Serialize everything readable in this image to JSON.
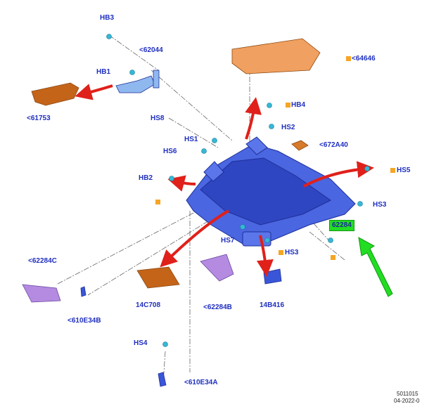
{
  "labels": {
    "hb3": "HB3",
    "p62044": "<62044",
    "hb1": "HB1",
    "p61753": "<61753",
    "p64646": "<64646",
    "hb4": "HB4",
    "hs8": "HS8",
    "hs2": "HS2",
    "hs1": "HS1",
    "p672a40": "<672A40",
    "hs6": "HS6",
    "hs5": "HS5",
    "hb2": "HB2",
    "hs3a": "HS3",
    "p62284": "62284",
    "hs7": "HS7",
    "hs3b": "HS3",
    "p62284c": "<62284C",
    "p14c708": "14C708",
    "p62284b": "<62284B",
    "p14b416": "14B416",
    "p610e34b": "<610E34B",
    "hs4": "HS4",
    "p610e34a": "<610E34A"
  },
  "footer": {
    "ref_line1": "5011015",
    "ref_line2": "04-2022-0"
  },
  "colors": {
    "label": "#1f2fbf",
    "highlight": "#22dd22",
    "callout_arrow": "#22dd22",
    "motion_arrows": "#e0201a",
    "frame": "#3a56d8",
    "orange_parts": "#d77a2a",
    "purple_parts": "#b48be0",
    "fastener": "#35b8d6",
    "marker_square": "#f5a623"
  }
}
